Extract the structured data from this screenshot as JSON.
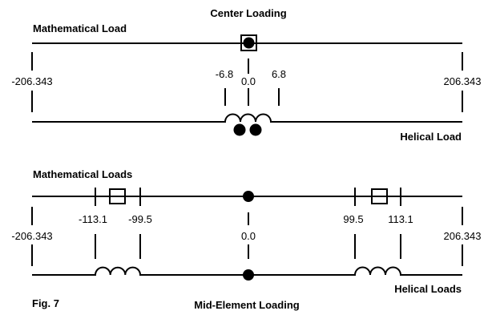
{
  "top": {
    "title": "Center Loading",
    "math_label": "Mathematical Load",
    "helical_label": "Helical Load",
    "left_end": "-206.343",
    "right_end": "206.343",
    "ticks": [
      "-6.8",
      "0.0",
      "6.8"
    ]
  },
  "bottom": {
    "title": "Mid-Element Loading",
    "math_label": "Mathematical Loads",
    "helical_label": "Helical Loads",
    "left_end": "-206.343",
    "right_end": "206.343",
    "ticks": [
      "-113.1",
      "-99.5",
      "0.0",
      "99.5",
      "113.1"
    ]
  },
  "figure_label": "Fig. 7"
}
